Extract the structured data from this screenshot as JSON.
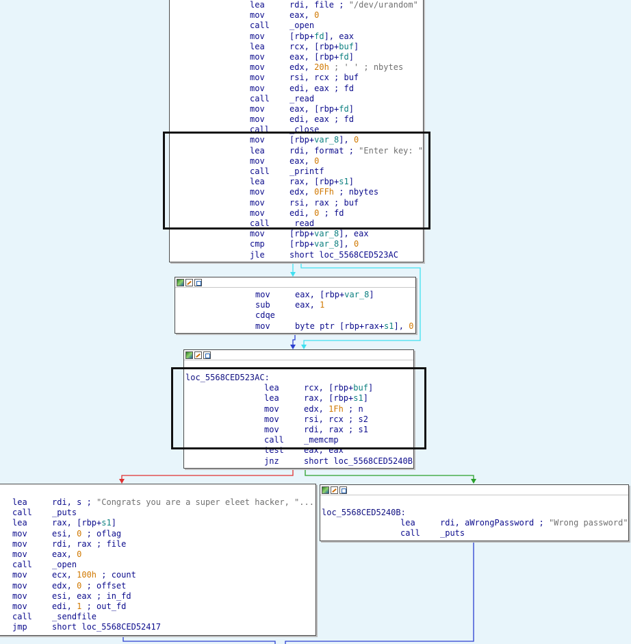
{
  "colors": {
    "background": "#e8f5fb",
    "edge_false": "#e03030",
    "edge_true": "#2aa02a",
    "edge_uncond": "#2a3fd0",
    "edge_jump": "#40e0f0"
  },
  "block1": {
    "lines": [
      {
        "mn": "lea",
        "op": [
          {
            "t": "rdi, file ; "
          },
          {
            "t": "\"/dev/urandom\"",
            "c": "cm"
          }
        ]
      },
      {
        "mn": "mov",
        "op": [
          {
            "t": "eax, "
          },
          {
            "t": "0",
            "c": "num"
          }
        ]
      },
      {
        "mn": "call",
        "op": [
          {
            "t": "_open",
            "c": "fn"
          }
        ]
      },
      {
        "mn": "mov",
        "op": [
          {
            "t": "[rbp+"
          },
          {
            "t": "fd",
            "c": "var"
          },
          {
            "t": "], eax"
          }
        ]
      },
      {
        "mn": "lea",
        "op": [
          {
            "t": "rcx, [rbp+"
          },
          {
            "t": "buf",
            "c": "var"
          },
          {
            "t": "]"
          }
        ]
      },
      {
        "mn": "mov",
        "op": [
          {
            "t": "eax, [rbp+"
          },
          {
            "t": "fd",
            "c": "var"
          },
          {
            "t": "]"
          }
        ]
      },
      {
        "mn": "mov",
        "op": [
          {
            "t": "edx, "
          },
          {
            "t": "20h",
            "c": "num"
          },
          {
            "t": " ; ' ' ; nbytes",
            "c": "cm"
          }
        ]
      },
      {
        "mn": "mov",
        "op": [
          {
            "t": "rsi, rcx ; buf"
          }
        ]
      },
      {
        "mn": "mov",
        "op": [
          {
            "t": "edi, eax ; fd"
          }
        ]
      },
      {
        "mn": "call",
        "op": [
          {
            "t": "_read",
            "c": "fn"
          }
        ]
      },
      {
        "mn": "mov",
        "op": [
          {
            "t": "eax, [rbp+"
          },
          {
            "t": "fd",
            "c": "var"
          },
          {
            "t": "]"
          }
        ]
      },
      {
        "mn": "mov",
        "op": [
          {
            "t": "edi, eax ; fd"
          }
        ]
      },
      {
        "mn": "call",
        "op": [
          {
            "t": "_close",
            "c": "fn"
          }
        ]
      },
      {
        "mn": "mov",
        "op": [
          {
            "t": "[rbp+"
          },
          {
            "t": "var_8",
            "c": "var"
          },
          {
            "t": "], "
          },
          {
            "t": "0",
            "c": "num"
          }
        ]
      },
      {
        "mn": "lea",
        "op": [
          {
            "t": "rdi, format ; "
          },
          {
            "t": "\"Enter key: \"",
            "c": "cm"
          }
        ]
      },
      {
        "mn": "mov",
        "op": [
          {
            "t": "eax, "
          },
          {
            "t": "0",
            "c": "num"
          }
        ]
      },
      {
        "mn": "call",
        "op": [
          {
            "t": "_printf",
            "c": "fn"
          }
        ]
      },
      {
        "mn": "lea",
        "op": [
          {
            "t": "rax, [rbp+"
          },
          {
            "t": "s1",
            "c": "var"
          },
          {
            "t": "]"
          }
        ]
      },
      {
        "mn": "mov",
        "op": [
          {
            "t": "edx, "
          },
          {
            "t": "0FFh",
            "c": "num"
          },
          {
            "t": " ; nbytes"
          }
        ]
      },
      {
        "mn": "mov",
        "op": [
          {
            "t": "rsi, rax ; buf"
          }
        ]
      },
      {
        "mn": "mov",
        "op": [
          {
            "t": "edi, "
          },
          {
            "t": "0",
            "c": "num"
          },
          {
            "t": " ; fd"
          }
        ]
      },
      {
        "mn": "call",
        "op": [
          {
            "t": "_read",
            "c": "fn"
          }
        ]
      },
      {
        "mn": "mov",
        "op": [
          {
            "t": "[rbp+"
          },
          {
            "t": "var_8",
            "c": "var"
          },
          {
            "t": "], eax"
          }
        ]
      },
      {
        "mn": "cmp",
        "op": [
          {
            "t": "[rbp+"
          },
          {
            "t": "var_8",
            "c": "var"
          },
          {
            "t": "], "
          },
          {
            "t": "0",
            "c": "num"
          }
        ]
      },
      {
        "mn": "jle",
        "op": [
          {
            "t": "short loc_5568CED523AC"
          }
        ]
      }
    ]
  },
  "block2": {
    "lines": [
      {
        "mn": "mov",
        "op": [
          {
            "t": "eax, [rbp+"
          },
          {
            "t": "var_8",
            "c": "var"
          },
          {
            "t": "]"
          }
        ]
      },
      {
        "mn": "sub",
        "op": [
          {
            "t": "eax, "
          },
          {
            "t": "1",
            "c": "num"
          }
        ]
      },
      {
        "mn": "cdqe",
        "op": []
      },
      {
        "mn": "mov",
        "op": [
          {
            "t": "byte ptr [rbp+rax+"
          },
          {
            "t": "s1",
            "c": "var"
          },
          {
            "t": "], "
          },
          {
            "t": "0",
            "c": "num"
          }
        ]
      }
    ]
  },
  "block3": {
    "label": "loc_5568CED523AC:",
    "lines": [
      {
        "mn": "lea",
        "op": [
          {
            "t": "rcx, [rbp+"
          },
          {
            "t": "buf",
            "c": "var"
          },
          {
            "t": "]"
          }
        ]
      },
      {
        "mn": "lea",
        "op": [
          {
            "t": "rax, [rbp+"
          },
          {
            "t": "s1",
            "c": "var"
          },
          {
            "t": "]"
          }
        ]
      },
      {
        "mn": "mov",
        "op": [
          {
            "t": "edx, "
          },
          {
            "t": "1Fh",
            "c": "num"
          },
          {
            "t": " ; n"
          }
        ]
      },
      {
        "mn": "mov",
        "op": [
          {
            "t": "rsi, rcx ; s2"
          }
        ]
      },
      {
        "mn": "mov",
        "op": [
          {
            "t": "rdi, rax ; s1"
          }
        ]
      },
      {
        "mn": "call",
        "op": [
          {
            "t": "_memcmp",
            "c": "fn"
          }
        ]
      },
      {
        "mn": "test",
        "op": [
          {
            "t": "eax, eax"
          }
        ]
      },
      {
        "mn": "jnz",
        "op": [
          {
            "t": "short loc_5568CED5240B"
          }
        ]
      }
    ]
  },
  "block4": {
    "lines": [
      {
        "mn": "lea",
        "op": [
          {
            "t": "rdi, s ; "
          },
          {
            "t": "\"Congrats you are a super eleet hacker, \"...",
            "c": "cm"
          }
        ]
      },
      {
        "mn": "call",
        "op": [
          {
            "t": "_puts",
            "c": "fn"
          }
        ]
      },
      {
        "mn": "lea",
        "op": [
          {
            "t": "rax, [rbp+"
          },
          {
            "t": "s1",
            "c": "var"
          },
          {
            "t": "]"
          }
        ]
      },
      {
        "mn": "mov",
        "op": [
          {
            "t": "esi, "
          },
          {
            "t": "0",
            "c": "num"
          },
          {
            "t": " ; oflag"
          }
        ]
      },
      {
        "mn": "mov",
        "op": [
          {
            "t": "rdi, rax ; file"
          }
        ]
      },
      {
        "mn": "mov",
        "op": [
          {
            "t": "eax, "
          },
          {
            "t": "0",
            "c": "num"
          }
        ]
      },
      {
        "mn": "call",
        "op": [
          {
            "t": "_open",
            "c": "fn"
          }
        ]
      },
      {
        "mn": "mov",
        "op": [
          {
            "t": "ecx, "
          },
          {
            "t": "100h",
            "c": "num"
          },
          {
            "t": " ; count"
          }
        ]
      },
      {
        "mn": "mov",
        "op": [
          {
            "t": "edx, "
          },
          {
            "t": "0",
            "c": "num"
          },
          {
            "t": " ; offset"
          }
        ]
      },
      {
        "mn": "mov",
        "op": [
          {
            "t": "esi, eax ; in_fd"
          }
        ]
      },
      {
        "mn": "mov",
        "op": [
          {
            "t": "edi, "
          },
          {
            "t": "1",
            "c": "num"
          },
          {
            "t": " ; out_fd"
          }
        ]
      },
      {
        "mn": "call",
        "op": [
          {
            "t": "_sendfile",
            "c": "fn"
          }
        ]
      },
      {
        "mn": "jmp",
        "op": [
          {
            "t": "short loc_5568CED52417"
          }
        ]
      }
    ]
  },
  "block5": {
    "label": "loc_5568CED5240B:",
    "lines": [
      {
        "mn": "lea",
        "op": [
          {
            "t": "rdi, aWrongPassword ; "
          },
          {
            "t": "\"Wrong password\"",
            "c": "cm"
          }
        ]
      },
      {
        "mn": "call",
        "op": [
          {
            "t": "_puts",
            "c": "fn"
          }
        ]
      }
    ]
  }
}
